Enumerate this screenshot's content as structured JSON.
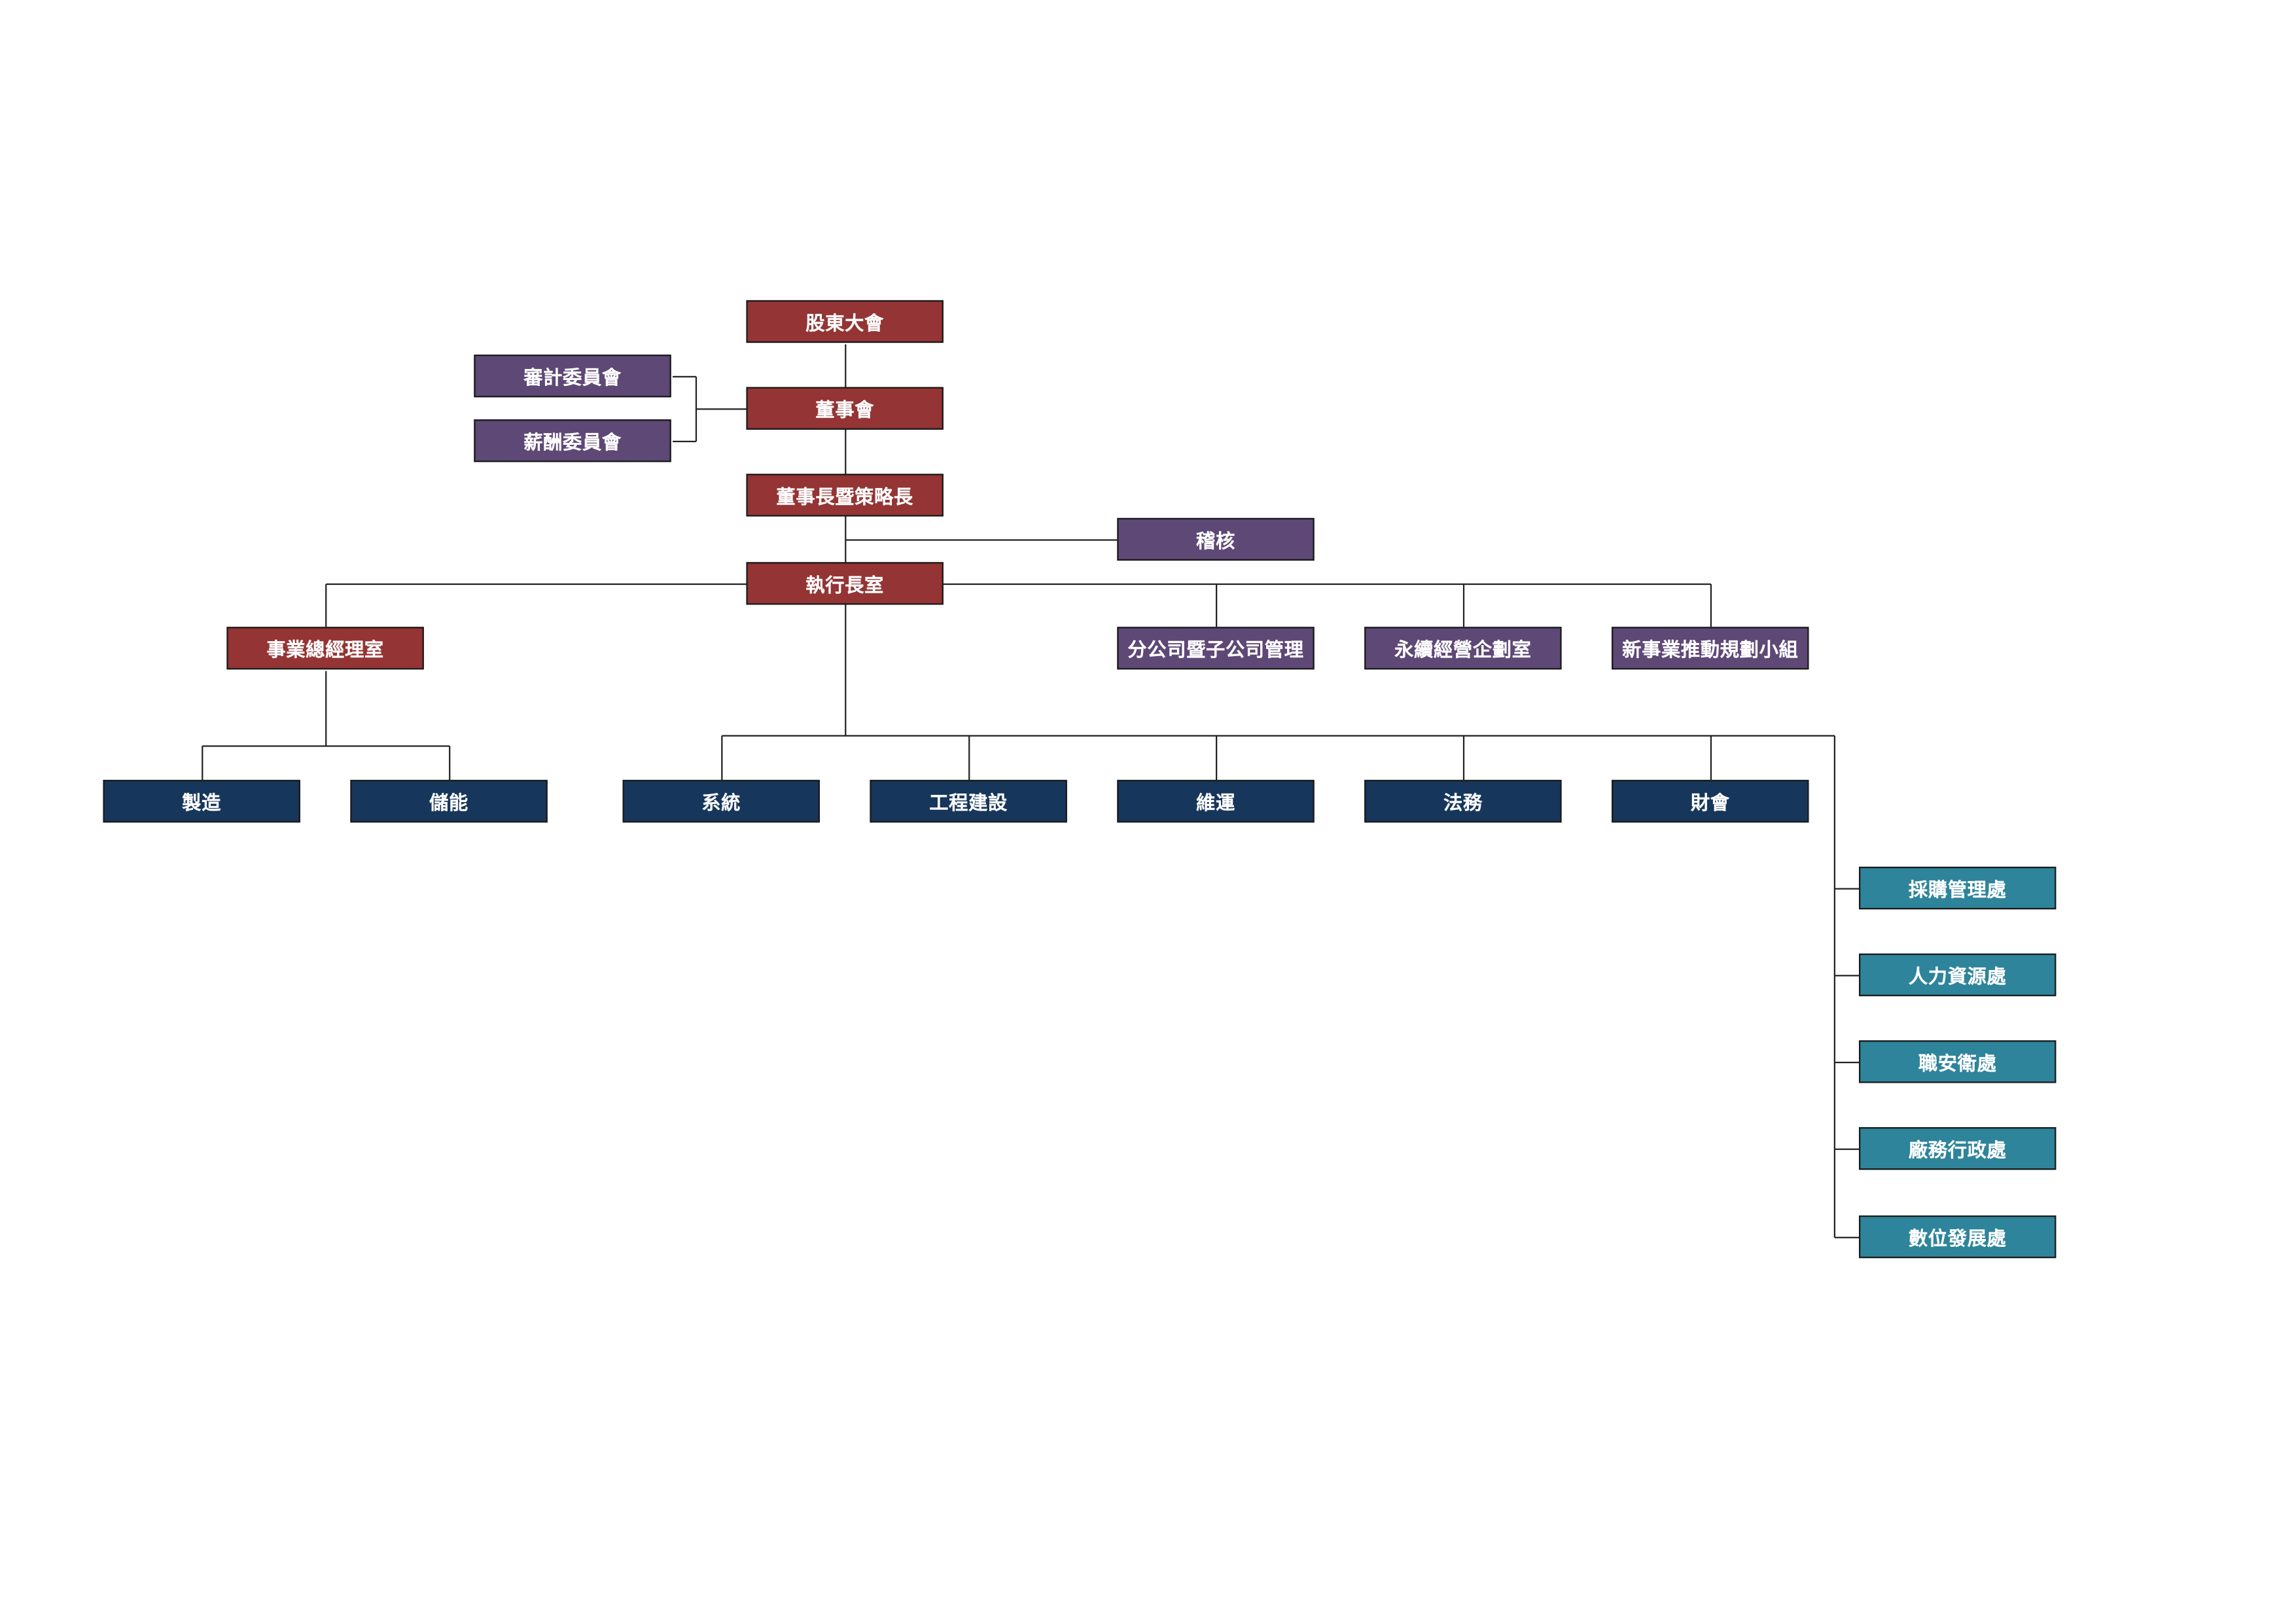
{
  "colors": {
    "governance": "#943434",
    "staff": "#5e4876",
    "business": "#17365b",
    "support": "#2e849a"
  },
  "nodes": {
    "shareholders": "股東大會",
    "audit_committee": "審計委員會",
    "board": "董事會",
    "remuneration_committee": "薪酬委員會",
    "chairman": "董事長暨策略長",
    "internal_audit": "稽核",
    "ceo_office": "執行長室",
    "gm_office": "事業總經理室",
    "subsidiary_mgmt": "分公司暨子公司管理",
    "sustainability": "永續經營企劃室",
    "new_business": "新事業推動規劃小組",
    "manufacturing": "製造",
    "energy_storage": "儲能",
    "systems": "系統",
    "engineering": "工程建設",
    "operations": "維運",
    "legal": "法務",
    "finance": "財會",
    "procurement": "採購管理處",
    "hr": "人力資源處",
    "safety": "職安衛處",
    "plant_admin": "廠務行政處",
    "digital": "數位發展處"
  }
}
